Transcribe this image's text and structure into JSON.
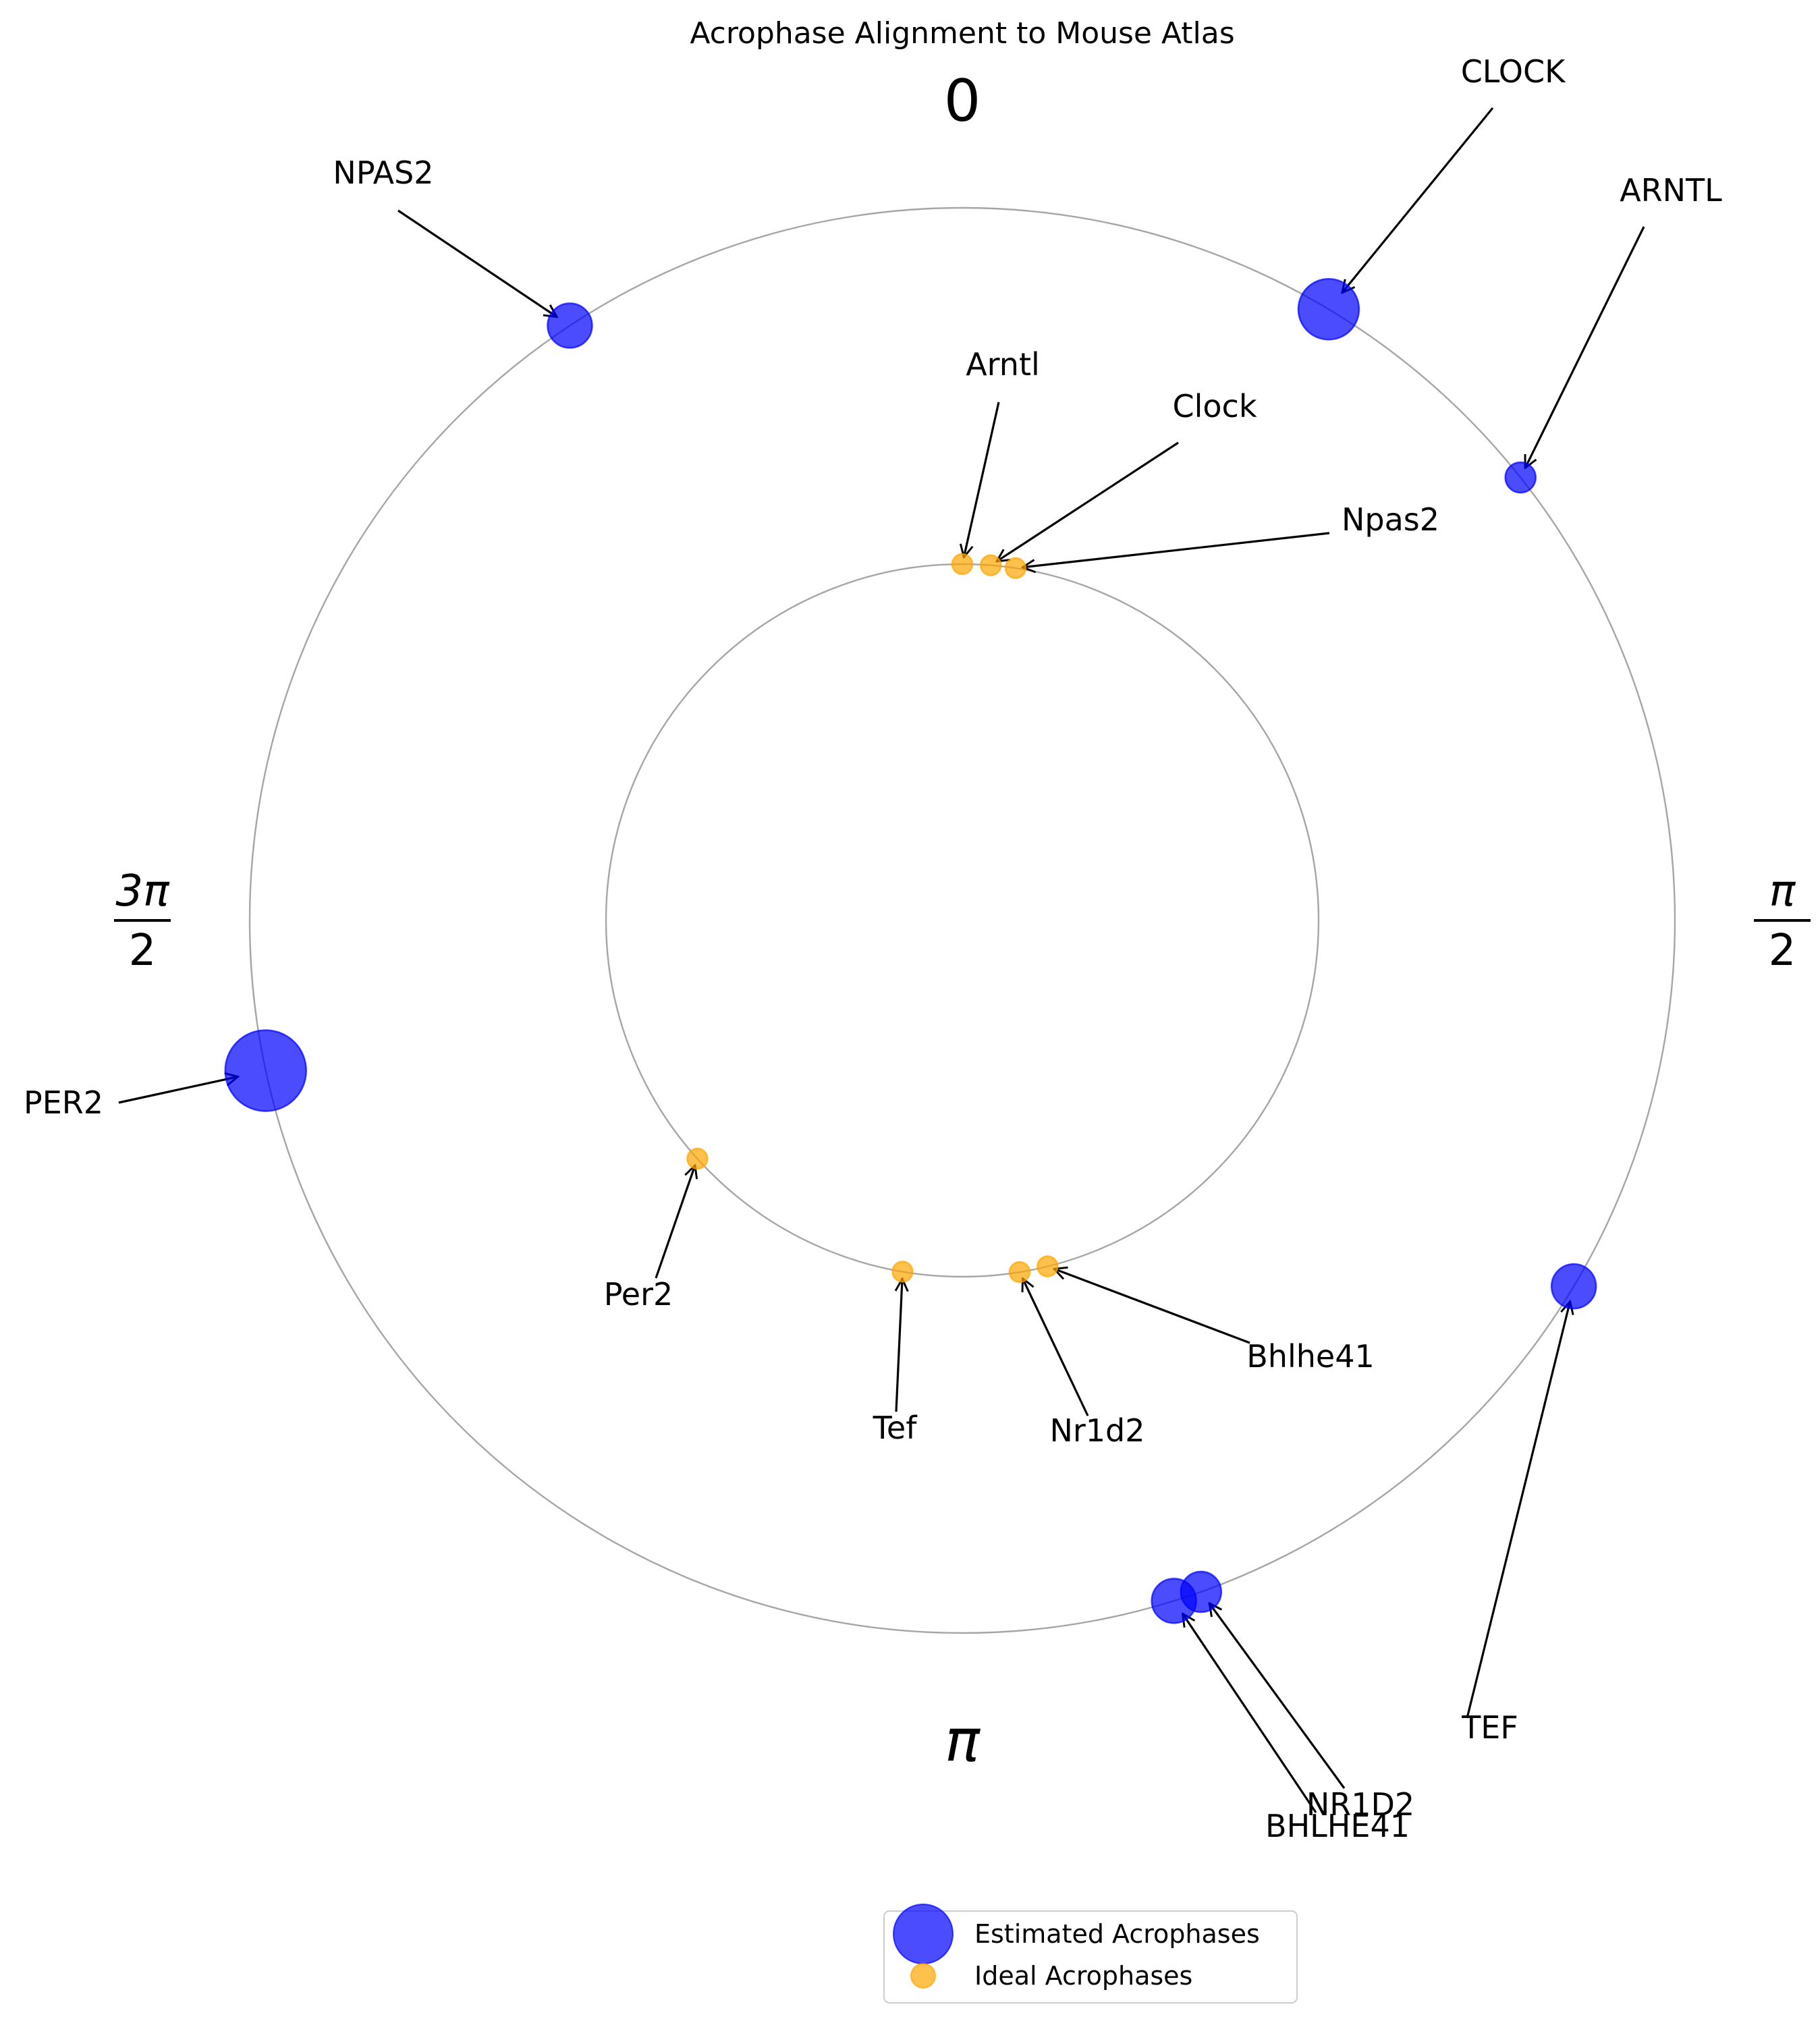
{
  "chart_data": {
    "type": "scatter",
    "subtype": "polar",
    "title": "Acrophase Alignment to Mouse Atlas",
    "angular_ticks": [
      {
        "angle": 0,
        "label": "0"
      },
      {
        "angle": 1.5708,
        "label": "π/2",
        "num": "π",
        "den": "2"
      },
      {
        "angle": 3.1416,
        "label": "π"
      },
      {
        "angle": 4.7124,
        "label": "3π/2",
        "num": "3π",
        "den": "2"
      }
    ],
    "angular_direction": "clockwise",
    "zero_location": "top",
    "radial_grid": [
      1,
      2
    ],
    "legend_position": "bottom-center",
    "series": [
      {
        "name": "Estimated Acrophases",
        "color": "#0000ff",
        "alpha": 0.7,
        "radius": 2,
        "points": [
          {
            "label": "CLOCK",
            "theta": 0.54,
            "size": 3.0
          },
          {
            "label": "ARNTL",
            "theta": 0.9,
            "size": 1.5
          },
          {
            "label": "NPAS2",
            "theta": 5.7,
            "size": 2.2
          },
          {
            "label": "PER2",
            "theta": 4.5,
            "size": 4.0
          },
          {
            "label": "TEF",
            "theta": 2.11,
            "size": 2.2
          },
          {
            "label": "NR1D2",
            "theta": 2.8,
            "size": 2.0
          },
          {
            "label": "BHLHE41",
            "theta": 2.84,
            "size": 2.2
          }
        ]
      },
      {
        "name": "Ideal Acrophases",
        "color": "#ffa500",
        "alpha": 0.7,
        "radius": 1,
        "points": [
          {
            "label": "Arntl",
            "theta": 0.0
          },
          {
            "label": "Clock",
            "theta": 0.08
          },
          {
            "label": "Npas2",
            "theta": 0.15
          },
          {
            "label": "Per2",
            "theta": 3.98
          },
          {
            "label": "Tef",
            "theta": 3.31
          },
          {
            "label": "Nr1d2",
            "theta": 2.98
          },
          {
            "label": "Bhlhe41",
            "theta": 2.9
          }
        ]
      }
    ]
  }
}
